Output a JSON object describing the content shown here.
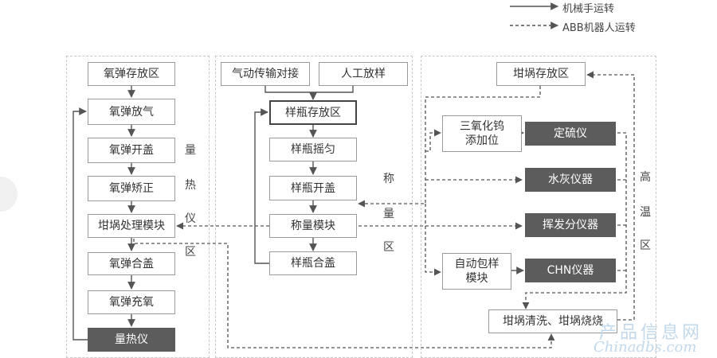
{
  "legend": {
    "solid": "机械手运转",
    "dashed": "ABB机器人运转"
  },
  "zones": {
    "calorimeter": {
      "label": [
        "量",
        "热",
        "仪",
        "区"
      ],
      "boxes": [
        "氧弹存放区",
        "氧弹放气",
        "氧弹开盖",
        "氧弹矫正",
        "坩埚处理模块",
        "氧弹合盖",
        "氧弹充氧",
        "量热仪"
      ]
    },
    "weighing": {
      "label": [
        "称",
        "量",
        "区"
      ],
      "top_boxes": [
        "气动传输对接",
        "人工放样"
      ],
      "boxes": [
        "样瓶存放区",
        "样瓶摇匀",
        "样瓶开盖",
        "称量模块",
        "样瓶合盖"
      ]
    },
    "hightemp": {
      "label": [
        "高",
        "温",
        "区"
      ],
      "storage": "坩埚存放区",
      "left_boxes": [
        "三氧化钨\n添加位",
        "自动包样\n模块"
      ],
      "instruments": [
        "定硫仪",
        "水灰仪器",
        "挥发分仪器",
        "CHN仪器"
      ],
      "cleaning": "坩埚清洗、坩埚烧烧"
    }
  },
  "watermark": {
    "cn": "产品信息网",
    "en": "Chinadbs.com"
  },
  "colors": {
    "dark_box": "#5c5c5c",
    "line": "#555555",
    "zone_border": "#c8c8c8"
  }
}
